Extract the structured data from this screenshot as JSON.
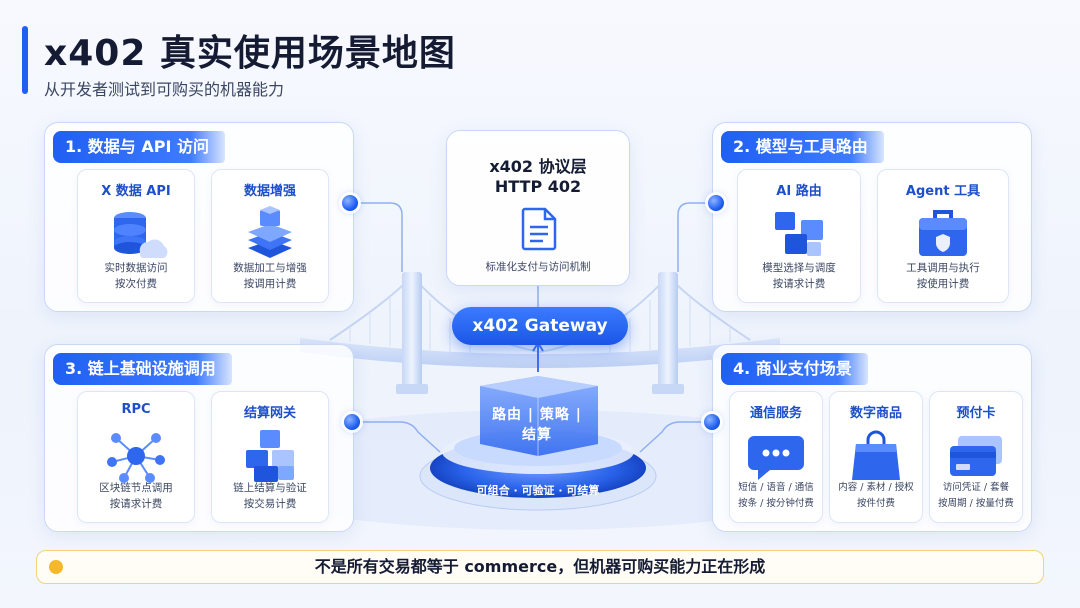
{
  "header": {
    "title": "x402 真实使用场景地图",
    "subtitle": "从开发者测试到可购买的机器能力"
  },
  "protocol": {
    "title": "x402 协议层",
    "subtitle": "HTTP 402",
    "desc": "标准化支付与访问机制"
  },
  "gateway": {
    "label": "x402 Gateway"
  },
  "core": {
    "cube_label": "路由 | 策略 | 结算",
    "ring_label": "可组合 · 可验证 · 可结算"
  },
  "panels": [
    {
      "tag": "1. 数据与 API 访问",
      "cards": [
        {
          "title": "X 数据 API",
          "icon": "database-cloud-icon",
          "desc": [
            "实时数据访问",
            "按次付费"
          ]
        },
        {
          "title": "数据增强",
          "icon": "layers-stack-icon",
          "desc": [
            "数据加工与增强",
            "按调用计费"
          ]
        }
      ]
    },
    {
      "tag": "2. 模型与工具路由",
      "cards": [
        {
          "title": "AI 路由",
          "icon": "cubes-route-icon",
          "desc": [
            "模型选择与调度",
            "按请求计费"
          ]
        },
        {
          "title": "Agent 工具",
          "icon": "toolbox-icon",
          "desc": [
            "工具调用与执行",
            "按使用计费"
          ]
        }
      ]
    },
    {
      "tag": "3. 链上基础设施调用",
      "cards": [
        {
          "title": "RPC",
          "icon": "network-nodes-icon",
          "desc": [
            "区块链节点调用",
            "按请求计费"
          ]
        },
        {
          "title": "结算网关",
          "icon": "blocks-settle-icon",
          "desc": [
            "链上结算与验证",
            "按交易计费"
          ]
        }
      ]
    },
    {
      "tag": "4. 商业支付场景",
      "cards": [
        {
          "title": "通信服务",
          "icon": "chat-bubble-icon",
          "desc": [
            "短信 / 语音 / 通信",
            "按条 / 按分钟付费"
          ]
        },
        {
          "title": "数字商品",
          "icon": "shopping-bag-icon",
          "desc": [
            "内容 / 素材 / 授权",
            "按件付费"
          ]
        },
        {
          "title": "预付卡",
          "icon": "prepaid-card-icon",
          "desc": [
            "访问凭证 / 套餐",
            "按周期 / 按量付费"
          ]
        }
      ]
    }
  ],
  "footer": {
    "text": "不是所有交易都等于 commerce，但机器可购买能力正在形成"
  },
  "colors": {
    "accent": "#1f5ff2",
    "footer_border": "#f3d27a",
    "footer_dot": "#f5b82a"
  }
}
